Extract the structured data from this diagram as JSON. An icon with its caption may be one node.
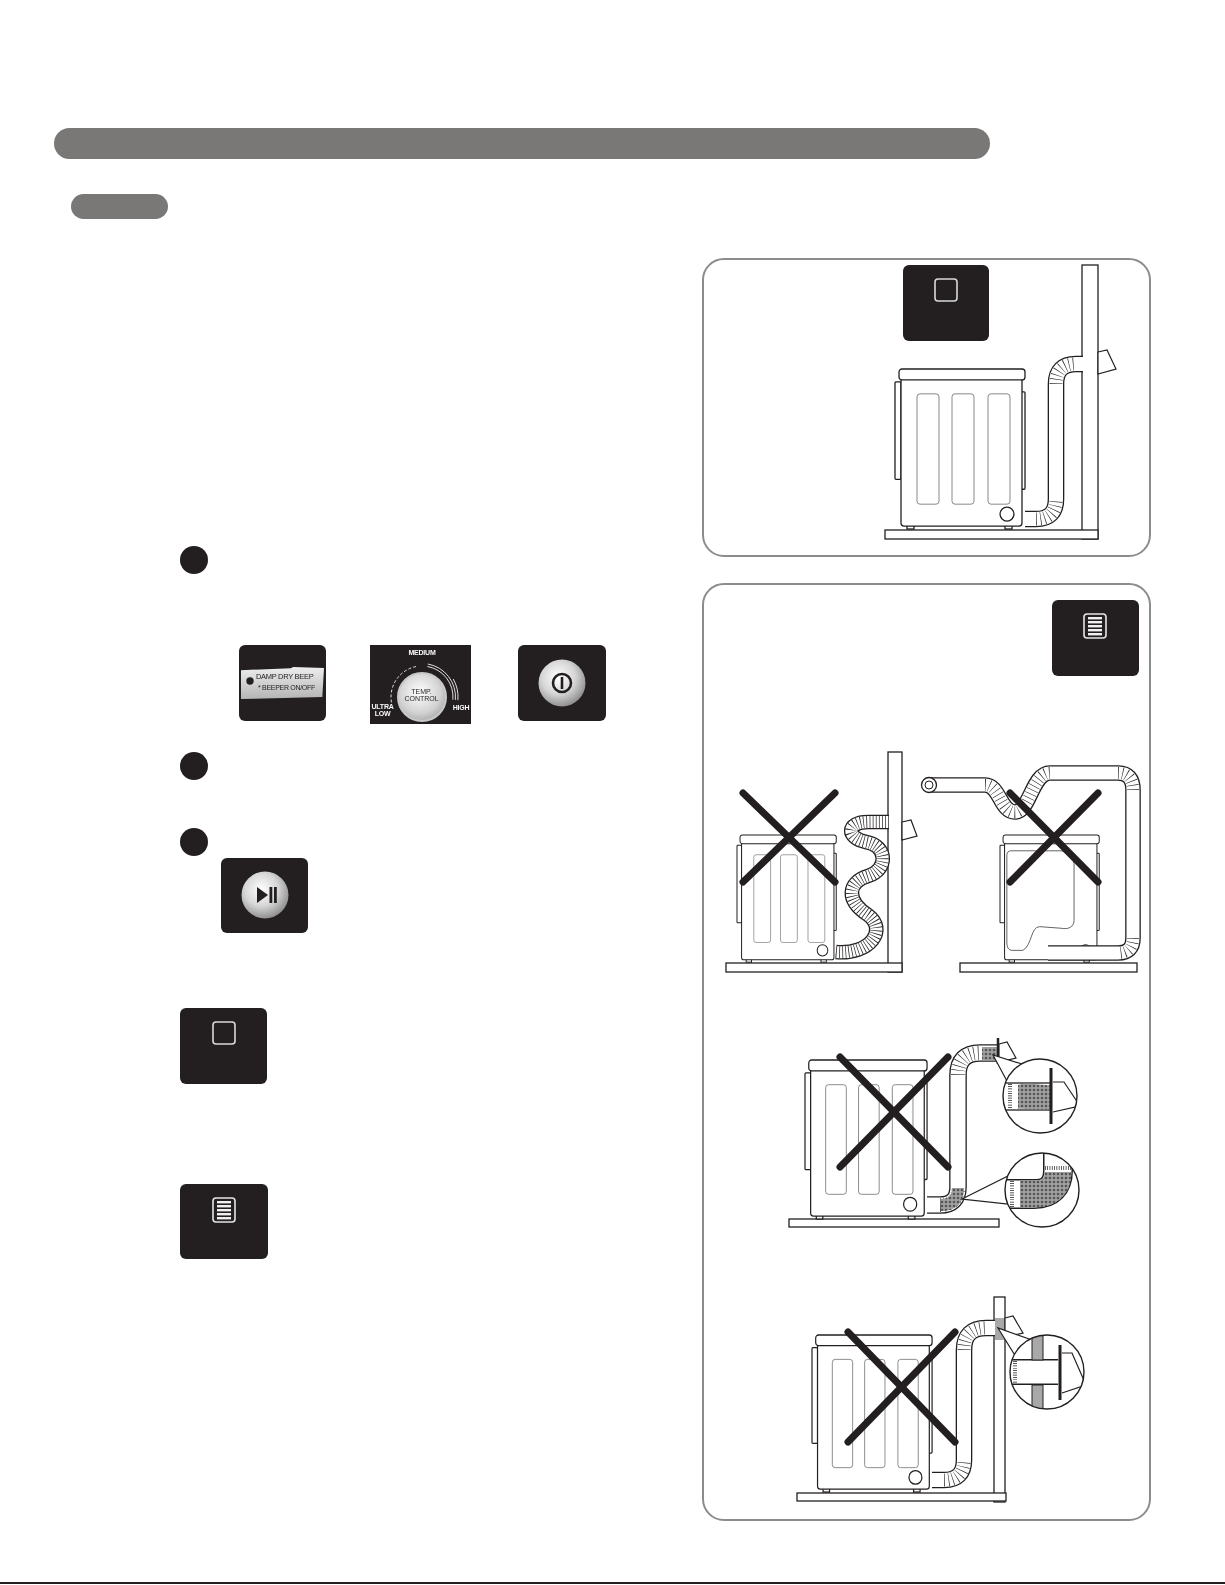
{
  "diagram": {
    "nodes": [
      {
        "text": [],
        "shape": "bar"
      },
      {
        "text": [],
        "shape": "bar"
      },
      {
        "text": [
          "DAMP DRY BEEP",
          "* BEEPER ON/OFF"
        ]
      },
      {
        "text": [
          "TEMP. CONTROL"
        ],
        "beside": [
          "MEDIUM",
          "ULTRA LOW",
          "HIGH"
        ]
      }
    ]
  }
}
